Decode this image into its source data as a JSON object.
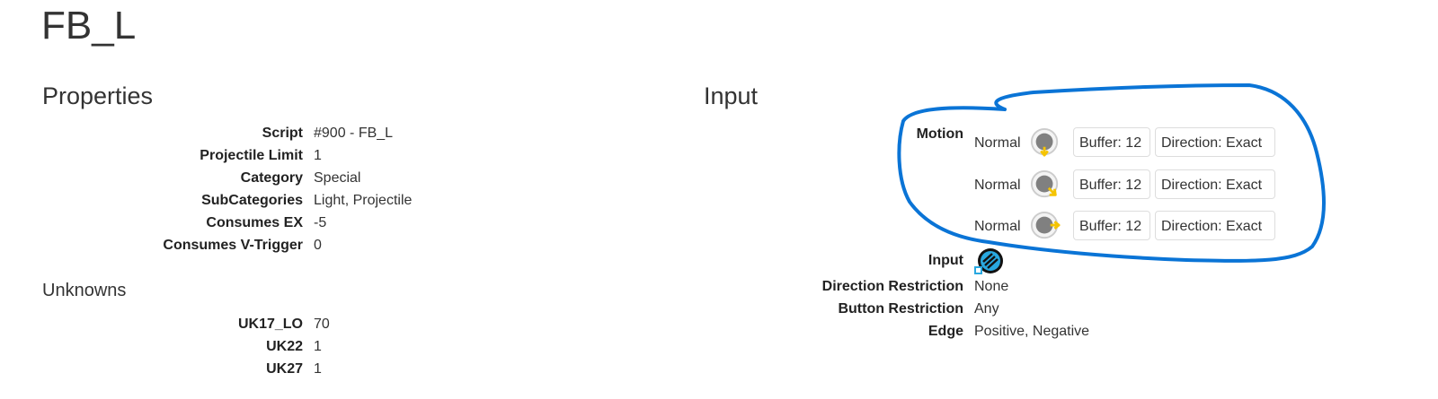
{
  "title": "FB_L",
  "properties": {
    "heading": "Properties",
    "rows": [
      {
        "label": "Script",
        "value": "#900 - FB_L",
        "link": true
      },
      {
        "label": "Projectile Limit",
        "value": "1"
      },
      {
        "label": "Category",
        "value": "Special"
      },
      {
        "label": "SubCategories",
        "value": "Light, Projectile"
      },
      {
        "label": "Consumes EX",
        "value": "-5"
      },
      {
        "label": "Consumes V-Trigger",
        "value": "0"
      }
    ]
  },
  "unknowns": {
    "heading": "Unknowns",
    "rows": [
      {
        "label": "UK17_LO",
        "value": "70"
      },
      {
        "label": "UK22",
        "value": "1"
      },
      {
        "label": "UK27",
        "value": "1"
      }
    ]
  },
  "input": {
    "heading": "Input",
    "motion_label": "Motion",
    "motions": [
      {
        "type": "Normal",
        "direction": "down",
        "buffer": "Buffer: 12",
        "dir_mode": "Direction: Exact"
      },
      {
        "type": "Normal",
        "direction": "down-forward",
        "buffer": "Buffer: 12",
        "dir_mode": "Direction: Exact"
      },
      {
        "type": "Normal",
        "direction": "forward",
        "buffer": "Buffer: 12",
        "dir_mode": "Direction: Exact"
      }
    ],
    "input_label": "Input",
    "input_icon": "light-punch-icon",
    "rows": [
      {
        "label": "Direction Restriction",
        "value": "None"
      },
      {
        "label": "Button Restriction",
        "value": "Any"
      },
      {
        "label": "Edge",
        "value": "Positive, Negative"
      }
    ]
  },
  "colors": {
    "annotation": "#0a74d6",
    "link": "#337ab7",
    "arrow": "#f5c400"
  }
}
